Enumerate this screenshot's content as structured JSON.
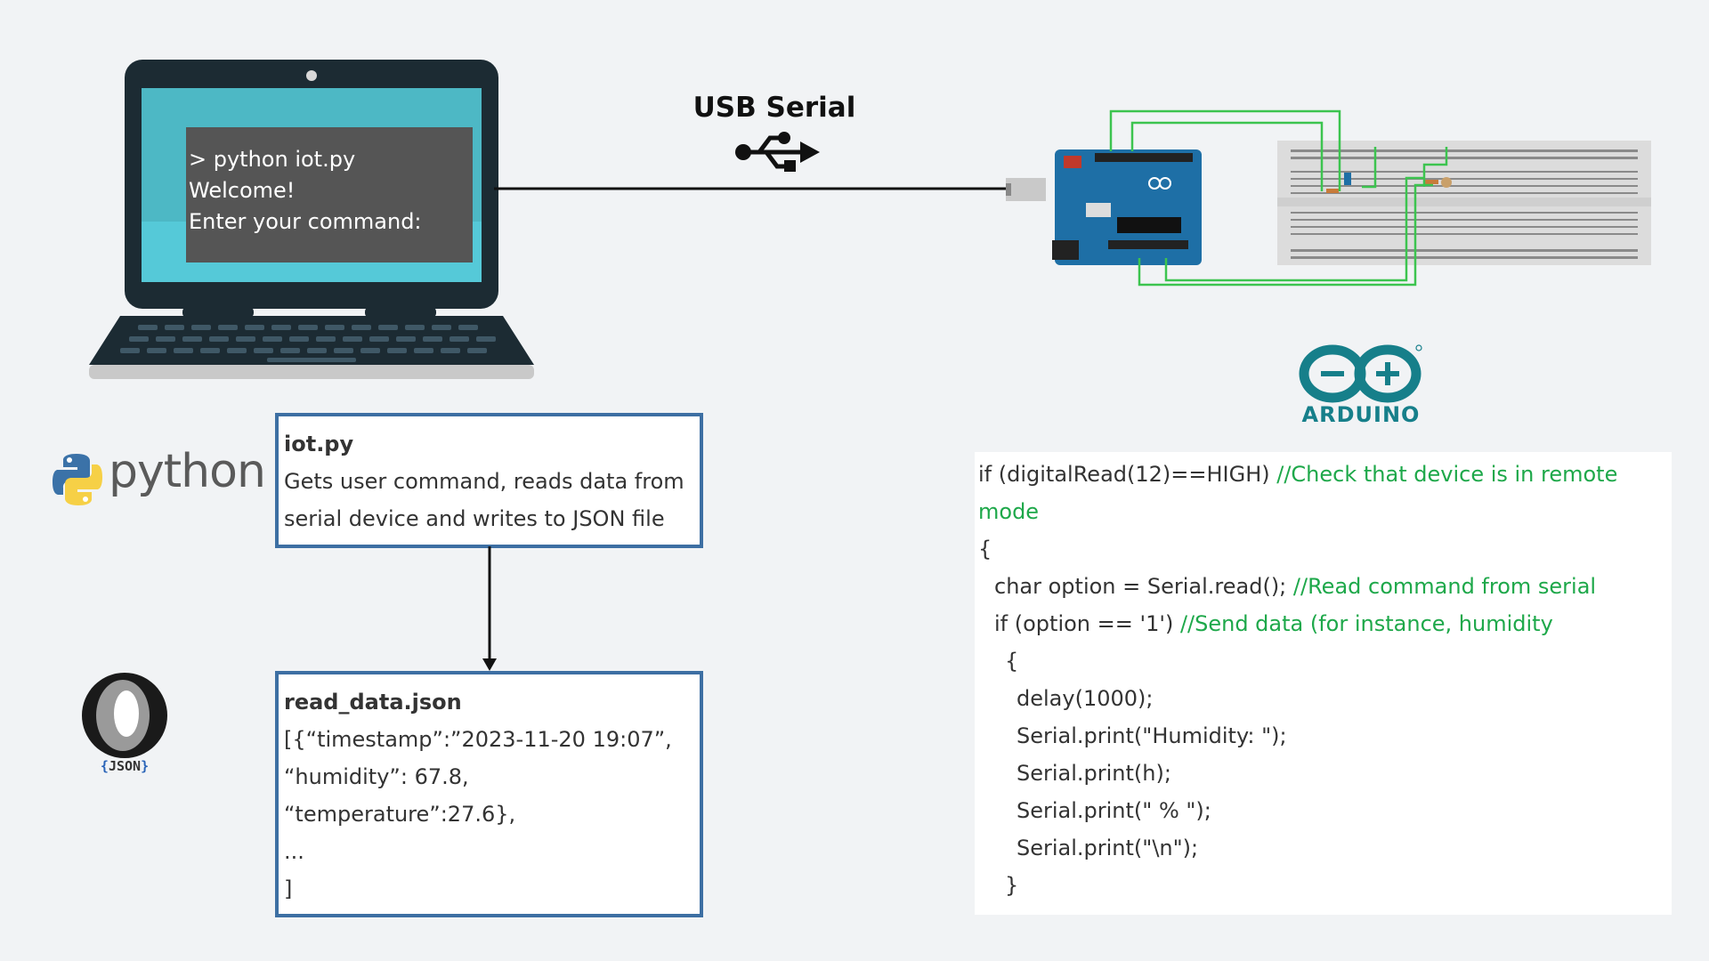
{
  "terminal": {
    "lines": [
      "> python iot.py",
      "Welcome!",
      "Enter your command:"
    ]
  },
  "usb": {
    "label": "USB Serial"
  },
  "logos": {
    "python": "python",
    "arduino": "ARDUINO",
    "json": "JSON"
  },
  "iot_box": {
    "title": "iot.py",
    "line1": "Gets user command, reads data from",
    "line2": "serial device and writes to JSON file"
  },
  "json_box": {
    "title": "read_data.json",
    "lines": [
      "[{“timestamp”:”2023-11-20 19:07”,",
      "“humidity”: 67.8,",
      "“temperature”:27.6},",
      "...",
      "]"
    ]
  },
  "code": {
    "l1": "if (digitalRead(12)==HIGH)  ",
    "l1c": "//Check that device is in remote",
    "l2c": "mode",
    "l3": "{",
    "l4": "char option = Serial.read(); ",
    "l4c": "//Read command from serial",
    "l5": "if (option == '1')  ",
    "l5c": "//Send data (for instance, humidity",
    "l6": "{",
    "l7": "delay(1000);",
    "l8": "Serial.print(\"Humidity: \");",
    "l9": "Serial.print(h);",
    "l10": "Serial.print(\" % \");",
    "l11": "Serial.print(\"\\n\");",
    "l12": "}"
  },
  "colors": {
    "box_border": "#3d6fa3",
    "comment": "#1ea84a",
    "arduino_teal": "#167f8a",
    "screen": "#4fc3d6"
  }
}
